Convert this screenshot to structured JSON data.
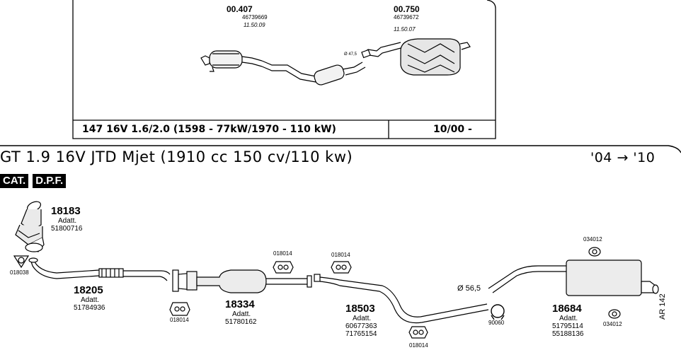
{
  "top_panel": {
    "part_a": {
      "number": "00.407",
      "code": "46739669",
      "date": "11.50.09"
    },
    "part_b": {
      "number": "00.750",
      "code": "46739672",
      "date": "11.50.07"
    },
    "diameter": "Ø 47,5",
    "model_row": {
      "text": "147 16V 1.6/2.0 (1598 - 77kW/1970 - 110 kW)",
      "years": "10/00 -"
    }
  },
  "main": {
    "title": "GT 1.9 16V JTD Mjet (1910 cc 150 cv/110 kw)",
    "years": "'04 → '10",
    "badges": [
      "CAT.",
      "D.P.F."
    ],
    "side_label": "AR 142",
    "diameter": "Ø 56,5",
    "adatt_label": "Adatt.",
    "parts": {
      "p18183": {
        "number": "18183",
        "codes": [
          "51800716"
        ]
      },
      "p18205": {
        "number": "18205",
        "codes": [
          "51784936"
        ]
      },
      "p18334": {
        "number": "18334",
        "codes": [
          "51780162"
        ]
      },
      "p18503": {
        "number": "18503",
        "codes": [
          "60677363",
          "71765154"
        ]
      },
      "p18684": {
        "number": "18684",
        "codes": [
          "51795114",
          "55188136"
        ]
      }
    },
    "fittings": {
      "f018038": "018038",
      "f018014_a": "018014",
      "f018014_b": "018014",
      "f018014_c": "018014",
      "f018014_d": "018014",
      "f034012_a": "034012",
      "f034012_b": "034012",
      "f90060": "90060"
    }
  }
}
